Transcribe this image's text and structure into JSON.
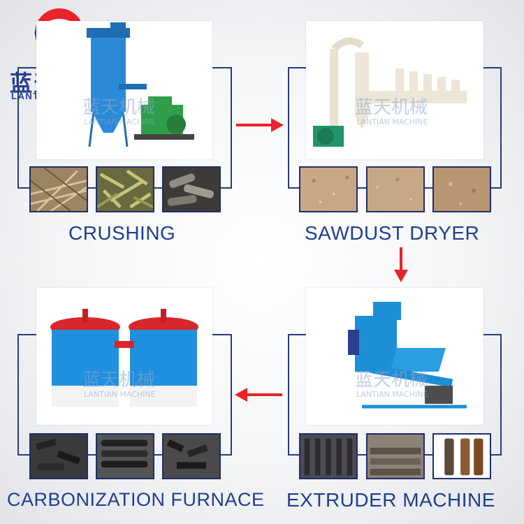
{
  "brand": {
    "name_cn": "蓝天机械",
    "name_en": "LANTIAN MACHINE",
    "watermark_cn": "蓝天机械",
    "watermark_en": "LANTIAN MACHINE",
    "colors": {
      "primary": "#2a3f8f",
      "accent": "#e8232a",
      "label": "#1f3f8f"
    }
  },
  "stages": [
    {
      "id": "crushing",
      "label": "CRUSHING",
      "thumbnails": [
        "dry-straw",
        "bamboo-pieces",
        "wood-logs"
      ]
    },
    {
      "id": "sawdust-dryer",
      "label": "SAWDUST DRYER",
      "thumbnails": [
        "sawdust-1",
        "sawdust-2",
        "sawdust-3"
      ]
    },
    {
      "id": "extruder-machine",
      "label": "EXTRUDER MACHINE",
      "thumbnails": [
        "briquette-racks",
        "briquette-stacks",
        "briquette-sticks"
      ]
    },
    {
      "id": "carbonization-furnace",
      "label": "CARBONIZATION FURNACE",
      "thumbnails": [
        "charcoal-pile",
        "charcoal-sticks",
        "charcoal-bin"
      ]
    }
  ],
  "flow_arrows": [
    {
      "from": "crushing",
      "to": "sawdust-dryer",
      "direction": "right"
    },
    {
      "from": "sawdust-dryer",
      "to": "extruder-machine",
      "direction": "down"
    },
    {
      "from": "extruder-machine",
      "to": "carbonization-furnace",
      "direction": "left"
    }
  ]
}
